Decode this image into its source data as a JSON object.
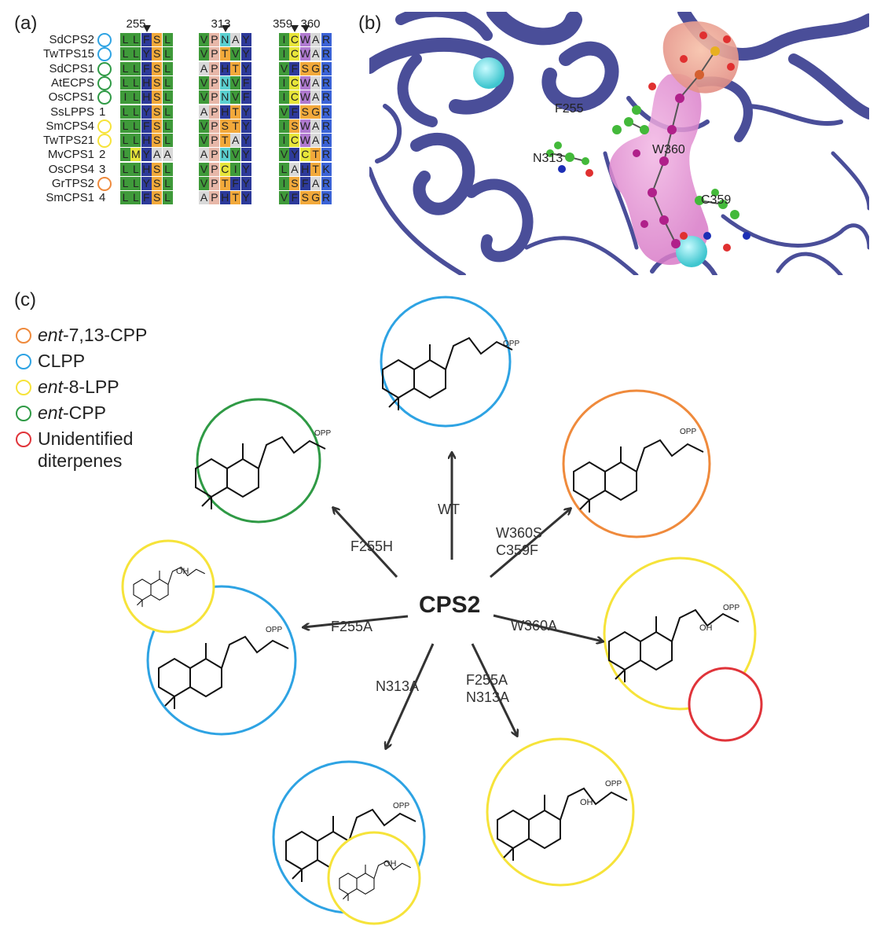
{
  "panels": {
    "a": "(a)",
    "b": "(b)",
    "c": "(c)"
  },
  "colors": {
    "orange": "#ef8a3c",
    "blue": "#2ea3e3",
    "yellow": "#f6e33a",
    "green": "#2f9a45",
    "red": "#e0343a",
    "res_green": "#3f9a3a",
    "res_navy": "#2d3a9a",
    "res_orange": "#f2a93b",
    "res_purple": "#b07ad0",
    "res_teal": "#5bd0d0",
    "res_pink": "#e7b7a8",
    "res_gray": "#d9d9d9",
    "res_yellow": "#e7e53a",
    "res_blue": "#3b63d6"
  },
  "alignment": {
    "positions": [
      "255",
      "313",
      "359",
      "360"
    ],
    "rows": [
      {
        "name": "SdCPS2",
        "mark": "circle",
        "color": "blue",
        "label": "",
        "seq": [
          "LLFSL",
          "VPNAY",
          "ICWAR"
        ]
      },
      {
        "name": "TwTPS15",
        "mark": "circle",
        "color": "blue",
        "label": "",
        "seq": [
          "LLYSL",
          "VPTVY",
          "ICWAR"
        ]
      },
      {
        "name": "SdCPS1",
        "mark": "circle",
        "color": "green",
        "label": "",
        "seq": [
          "LLFSL",
          "APHTY",
          "VFSGR"
        ]
      },
      {
        "name": "AtECPS",
        "mark": "circle",
        "color": "green",
        "label": "",
        "seq": [
          "LLHSL",
          "VPNVF",
          "ICWAR"
        ]
      },
      {
        "name": "OsCPS1",
        "mark": "circle",
        "color": "green",
        "label": "",
        "seq": [
          "ILHSL",
          "VPNVF",
          "ICWAR"
        ]
      },
      {
        "name": "SsLPPS",
        "mark": "number",
        "color": "",
        "label": "1",
        "seq": [
          "LLYSL",
          "APHTY",
          "VFSGR"
        ]
      },
      {
        "name": "SmCPS4",
        "mark": "circle",
        "color": "yellow",
        "label": "",
        "seq": [
          "LLFSL",
          "VPSTY",
          "ISWAR"
        ]
      },
      {
        "name": "TwTPS21",
        "mark": "circle",
        "color": "yellow",
        "label": "",
        "seq": [
          "LLHSL",
          "VPTAY",
          "ICWAR"
        ]
      },
      {
        "name": "MvCPS1",
        "mark": "number",
        "color": "",
        "label": "2",
        "seq": [
          "LMYAA",
          "APNVY",
          "VYCTR"
        ]
      },
      {
        "name": "OsCPS4",
        "mark": "number",
        "color": "",
        "label": "3",
        "seq": [
          "LLHSL",
          "VPCIY",
          "LAHTK"
        ]
      },
      {
        "name": "GrTPS2",
        "mark": "circle",
        "color": "orange",
        "label": "",
        "seq": [
          "LLYSL",
          "VPTFY",
          "ISFAR"
        ]
      },
      {
        "name": "SmCPS1",
        "mark": "number",
        "color": "",
        "label": "4",
        "seq": [
          "LLFSL",
          "APHTY",
          "VFSGR"
        ]
      }
    ]
  },
  "structure": {
    "labels": [
      "F255",
      "W360",
      "N313",
      "C359"
    ]
  },
  "legend": [
    {
      "color": "orange",
      "prefix_italic": "ent",
      "text": "-7,13-CPP"
    },
    {
      "color": "blue",
      "prefix_italic": "",
      "text": "CLPP"
    },
    {
      "color": "yellow",
      "prefix_italic": "ent",
      "text": "-8-LPP"
    },
    {
      "color": "green",
      "prefix_italic": "ent",
      "text": "-CPP"
    },
    {
      "color": "red",
      "prefix_italic": "",
      "text": "Unidentified diterpenes"
    }
  ],
  "center": "CPS2",
  "mutations": {
    "wt": "WT",
    "f255h": "F255H",
    "w360s_c359f": [
      "W360S",
      "C359F"
    ],
    "f255a": "F255A",
    "w360a": "W360A",
    "n313a": "N313A",
    "f255a_n313a": [
      "F255A",
      "N313A"
    ]
  },
  "chem": {
    "opp": "OPP",
    "oh": "OH"
  }
}
